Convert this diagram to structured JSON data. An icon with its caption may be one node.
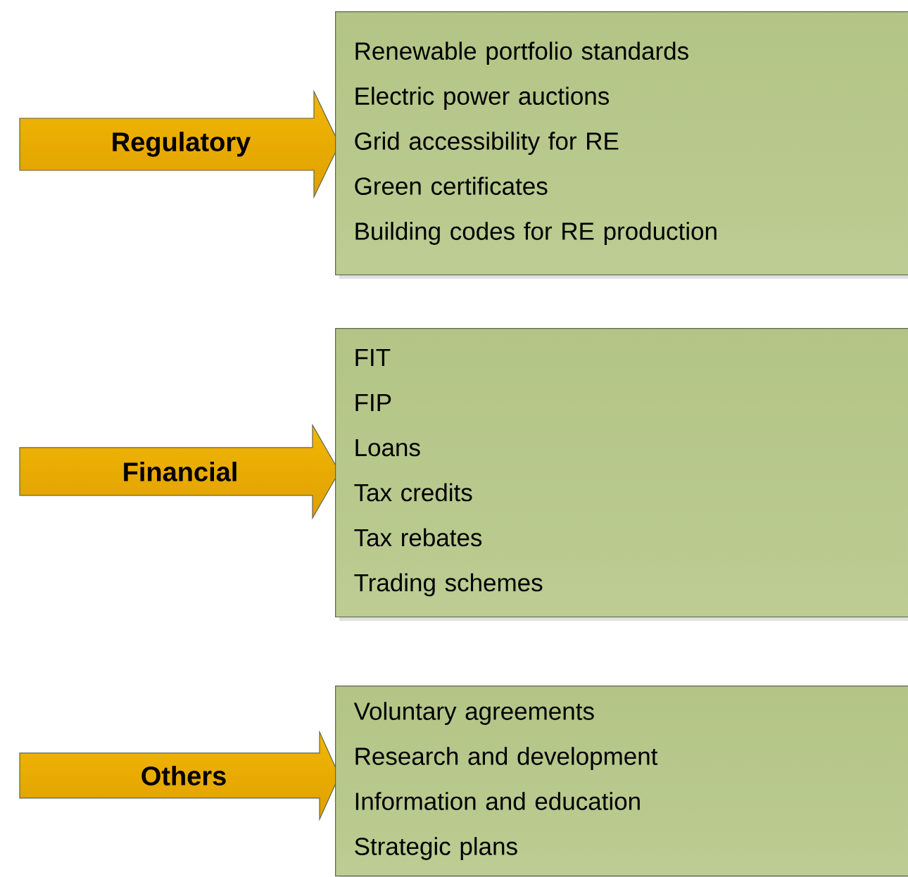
{
  "diagram": {
    "nodes": [
      {
        "text": [
          "Regulatory"
        ]
      },
      {
        "text": [
          "Renewable portfolio standards",
          "Electric power auctions",
          "Grid accessibility for RE",
          "Green certificates",
          "Building codes for RE production"
        ]
      },
      {
        "text": [
          "Financial"
        ]
      },
      {
        "text": [
          "FIT",
          "FIP",
          "Loans",
          "Tax credits",
          "Tax rebates",
          "Trading schemes"
        ]
      },
      {
        "text": [
          "Others"
        ]
      },
      {
        "text": [
          "Voluntary agreements",
          "Research and development",
          "Information and education",
          "Strategic plans"
        ]
      }
    ]
  }
}
